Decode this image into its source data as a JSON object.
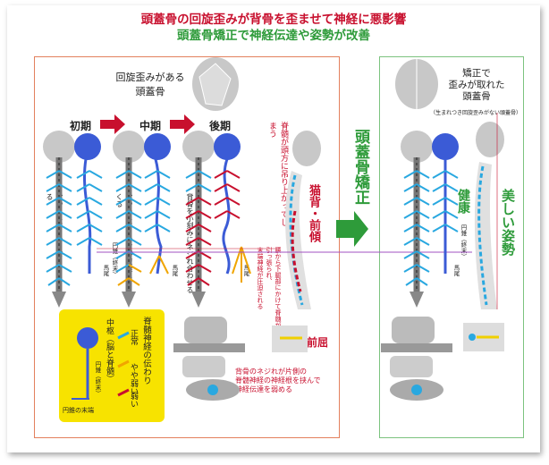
{
  "header": {
    "title": "頭蓋骨の回旋歪みが背骨を歪ませて神経に悪影響",
    "subtitle": "頭蓋骨矯正で神経伝達や姿勢が改善"
  },
  "left": {
    "rotated_skull_label": "回旋歪みがある\n頭蓋骨",
    "stages": [
      "初期",
      "中期",
      "後期"
    ],
    "stage1_note": "背骨をネジらせてバランスをとる",
    "stage2_note": "背骨のネジらせ方が複雑にしてくる",
    "stage3_note": "背骨を小刻みにネジれ合わせる",
    "pull_note": "脊髄が頭方に吊り上がってしまう",
    "posture_label": "猫背・前傾",
    "nerve_note": "腰から下腿部にかけて脊髄が引っ張られ、\n末端神経が圧迫される",
    "spinal_nerve_root": "馬尾",
    "terminal": "円錐（終末）",
    "forward_bend": "前屈",
    "vertebra_note": "背骨のネジれが片側の\n脊髄神経の神経根を挟んで\n神経伝達を弱める"
  },
  "legend": {
    "center_label": "中枢（脳と脊髄）",
    "terminal_label": "円錐（終末）",
    "bottom_label": "円錐の末端",
    "nerve_title": "脊髄神経の伝わり",
    "levels": [
      "正常",
      "やや弱い",
      "弱い"
    ],
    "colors": [
      "#29a8e0",
      "#f0a500",
      "#c8102e"
    ]
  },
  "middle": {
    "label": "頭蓋骨矯正"
  },
  "right": {
    "corrected_label": "矯正で\n歪みが取れた\n頭蓋骨",
    "corrected_note": "（生まれつき回旋歪みがない頭蓋骨）",
    "healthy": "健康",
    "good_posture": "美しい姿勢",
    "terminal": "円錐（終末）",
    "spinal_nerve_root": "馬尾"
  },
  "colors": {
    "red": "#c8102e",
    "green": "#2e9b3a",
    "blue_nerve": "#29a8e0",
    "spine_blue": "#3b5bd6",
    "skull_gray": "#c8c8c8"
  }
}
